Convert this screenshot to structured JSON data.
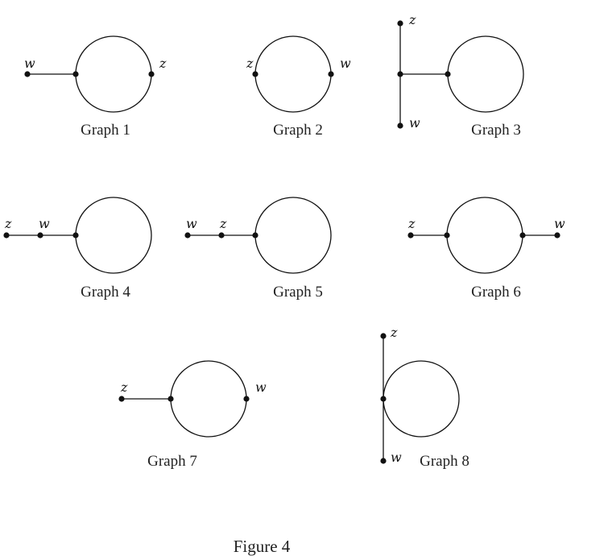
{
  "figure_caption": "Figure 4",
  "vertex_labels": {
    "z": "z",
    "w": "w"
  },
  "graphs": [
    {
      "caption": "Graph 1"
    },
    {
      "caption": "Graph 2"
    },
    {
      "caption": "Graph 3"
    },
    {
      "caption": "Graph 4"
    },
    {
      "caption": "Graph 5"
    },
    {
      "caption": "Graph 6"
    },
    {
      "caption": "Graph 7"
    },
    {
      "caption": "Graph 8"
    }
  ]
}
